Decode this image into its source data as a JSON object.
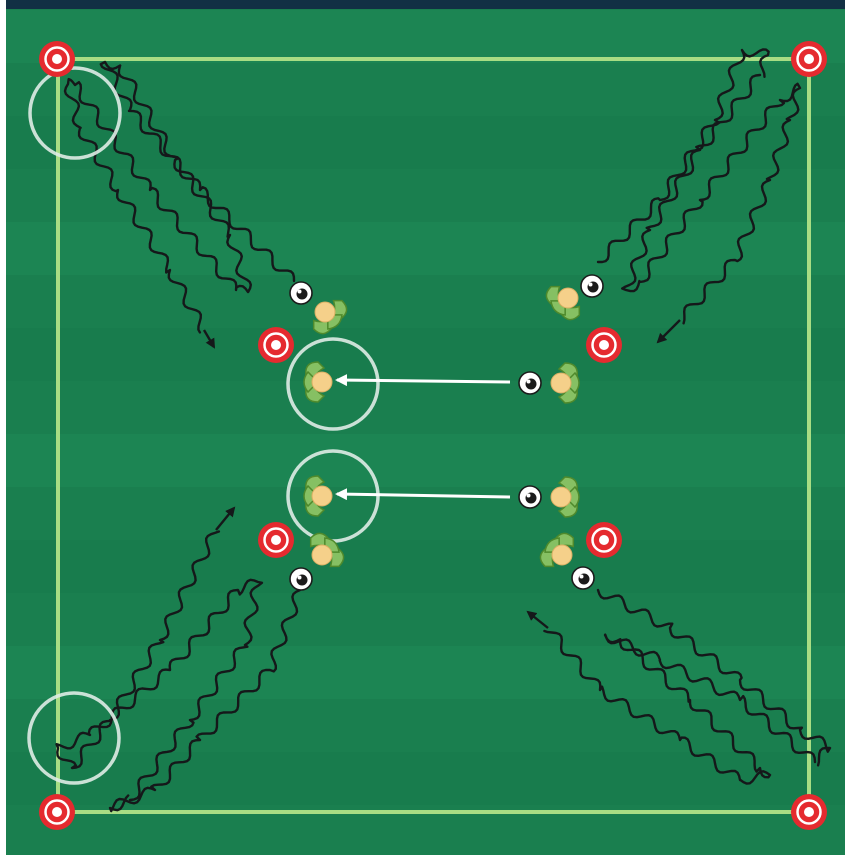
{
  "diagram": {
    "colors": {
      "pitch_dark": "#177a4c",
      "pitch_light": "#1f8b58",
      "pitch_line": "#a8dd84",
      "top_bar": "#123044",
      "outer_bg": "#1a7f4f",
      "cone": "#e52a2f",
      "cone_ring": "#ffffff",
      "player_shirt": "#86c063",
      "player_outline": "#4f8a2c",
      "player_head": "#f5d08a",
      "dribble_path": "#15181a",
      "pass_arrow": "#ffffff",
      "highlight_ring": "#dfece6",
      "ball": "#ffffff"
    },
    "elements": {
      "corner_cones": [
        "top-left",
        "top-right",
        "bottom-left",
        "bottom-right"
      ],
      "inner_cones": [
        "upper-left",
        "upper-right",
        "lower-left",
        "lower-right"
      ],
      "players": [
        "upper-left-dribbler",
        "upper-right-dribbler",
        "lower-left-dribbler",
        "lower-right-dribbler",
        "upper-receiver",
        "lower-receiver",
        "upper-passer",
        "lower-passer"
      ],
      "passes": [
        "upper-pass",
        "lower-pass"
      ],
      "dribble_routes": [
        "top-left",
        "top-right",
        "bottom-left",
        "bottom-right"
      ],
      "highlight_rings": [
        "top-left-corner",
        "bottom-left-corner",
        "upper-receiver",
        "lower-receiver"
      ]
    }
  }
}
